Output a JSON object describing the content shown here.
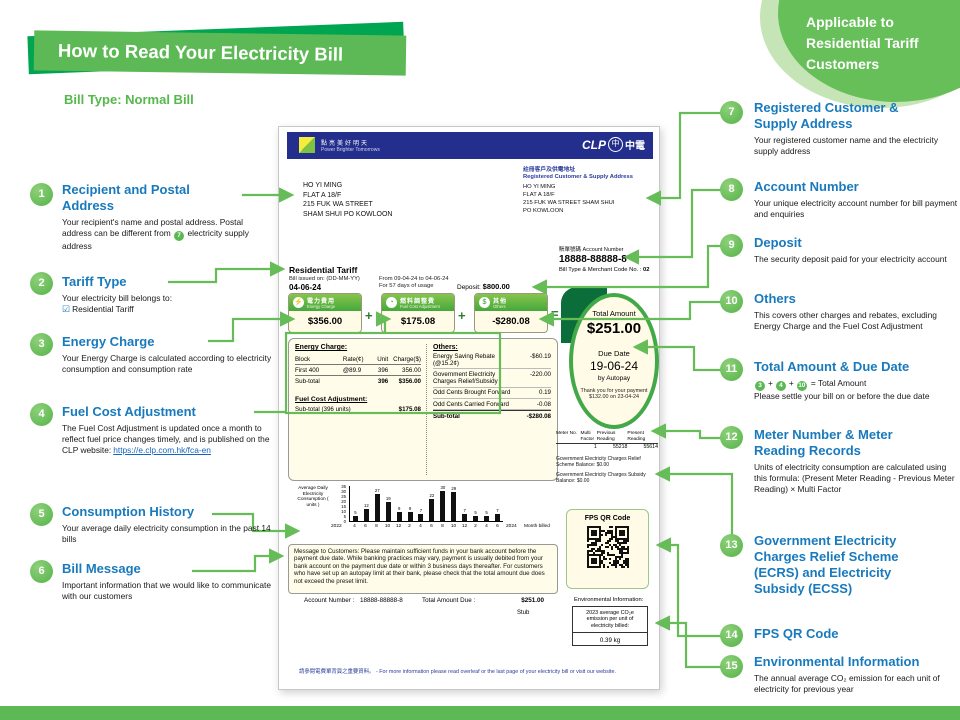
{
  "page": {
    "title": "How to Read Your Electricity Bill",
    "badge": "Applicable to Residential Tariff Customers",
    "bill_type_label": "Bill Type: Normal Bill"
  },
  "callouts_left": [
    {
      "num": "1",
      "title": "Recipient and Postal Address",
      "desc1": "Your recipient's name and postal address. Postal address can be different from",
      "ref": "7",
      "desc2": "electricity supply address"
    },
    {
      "num": "2",
      "title": "Tariff Type",
      "desc1": "Your electricity bill belongs to:",
      "check": "☑",
      "check_label": "Residential Tariff"
    },
    {
      "num": "3",
      "title": "Energy Charge",
      "desc1": "Your Energy Charge is calculated according to electricity consumption and consumption rate"
    },
    {
      "num": "4",
      "title": "Fuel Cost Adjustment",
      "desc1": "The Fuel Cost Adjustment is updated once a month to reflect fuel price changes timely, and is published on the CLP website:",
      "link": "https://e.clp.com.hk/fca-en"
    },
    {
      "num": "5",
      "title": "Consumption History",
      "desc1": "Your average daily electricity consumption in the past 14 bills"
    },
    {
      "num": "6",
      "title": "Bill Message",
      "desc1": "Important information that we would like to communicate with our customers"
    }
  ],
  "callouts_right": [
    {
      "num": "7",
      "title": "Registered Customer & Supply Address",
      "desc1": "Your registered customer name and the electricity supply address"
    },
    {
      "num": "8",
      "title": "Account Number",
      "desc1": "Your unique electricity account number for bill payment and enquiries"
    },
    {
      "num": "9",
      "title": "Deposit",
      "desc1": "The security deposit paid for your electricity account"
    },
    {
      "num": "10",
      "title": "Others",
      "desc1": "This covers other charges and rebates, excluding Energy Charge and the Fuel Cost Adjustment"
    },
    {
      "num": "11",
      "title": "Total Amount & Due Date",
      "formula": {
        "parts": [
          "3",
          "4",
          "10"
        ],
        "joiner": "+",
        "result": "= Total Amount"
      },
      "desc1": "Please settle your bill on or before the due date"
    },
    {
      "num": "12",
      "title": "Meter Number & Meter Reading Records",
      "desc1": "Units of electricity consumption are calculated using this formula: (Present Meter Reading - Previous Meter Reading) × Multi Factor"
    },
    {
      "num": "13",
      "title": "Government Electricity Charges Relief Scheme (ECRS) and Electricity Subsidy (ECSS)",
      "desc1": ""
    },
    {
      "num": "14",
      "title": "FPS QR Code",
      "desc1": ""
    },
    {
      "num": "15",
      "title": "Environmental Information",
      "desc1": "The annual average CO₂ emission for each unit of electricity for previous year"
    }
  ],
  "bill": {
    "logo": {
      "slogan_zh": "點亮美好明天",
      "slogan_en": "Power Brighter Tomorrows",
      "brand": "CLP",
      "brand_circle": "中",
      "brand_zh": "中電"
    },
    "recipient_lines": [
      "HO YI MING",
      "FLAT A 18/F",
      "215 FUK WA STREET",
      "SHAM SHUI PO KOWLOON"
    ],
    "registered": {
      "label_zh": "註冊客戶及供電地址",
      "label_en": "Registered Customer & Supply Address",
      "line0": "HO YI MING",
      "line1": "FLAT A 18/F",
      "line2": "215 FUK WA STREET SHAM SHUI",
      "line3": "PO KOWLOON"
    },
    "account": {
      "label": "賬單號碼 Account Number",
      "number": "18888-88888-8",
      "type_label": "Bill Type & Merchant Code No. :",
      "type_value": "02"
    },
    "summary": {
      "tariff": "Residential Tariff",
      "issued_label": "Bill issued on: (DD-MM-YY)",
      "issued_date": "04-06-24",
      "period": "From 09-04-24 to 04-06-24",
      "usage": "For 57 days of usage",
      "deposit_label": "Deposit:",
      "deposit_value": "$800.00"
    },
    "boxes": [
      {
        "zh": "電力費用",
        "en": "Energy Charge",
        "amount": "$356.00"
      },
      {
        "zh": "燃料調整費",
        "en": "Fuel Cost Adjustment",
        "amount": "$175.08"
      },
      {
        "zh": "其他",
        "en": "Others",
        "amount": "-$280.08"
      }
    ],
    "operators": {
      "plus": "+",
      "equals": "="
    },
    "total": {
      "label": "Total Amount",
      "amount": "$251.00",
      "due_label": "Due Date",
      "due_date": "19-06-24",
      "method": "by Autopay",
      "thanks": "Thank you for your payment $132.00 on 23-04-24"
    },
    "energy_table": {
      "title": "Energy Charge:",
      "headers": [
        "Block",
        "Rate(¢)",
        "Unit",
        "Charge($)"
      ],
      "row": [
        "First 400",
        "@89.9",
        "396",
        "356.00"
      ],
      "subtotal": [
        "Sub-total",
        "",
        "396",
        "$356.00"
      ],
      "fca_title": "Fuel Cost Adjustment:",
      "fca_row": [
        "Sub-total (396 units)",
        "$175.08"
      ]
    },
    "others_table": {
      "title": "Others:",
      "rows": [
        {
          "name": "Energy Saving Rebate (@15.2¢)",
          "value": "-$60.19"
        },
        {
          "name": "Government Electricity Charges Relief/Subsidy",
          "value": "-220.00"
        },
        {
          "name": "Odd Cents Brought Forward",
          "value": "0.19"
        },
        {
          "name": "Odd Cents Carried Forward",
          "value": "-0.08"
        }
      ],
      "subtotal": {
        "name": "Sub-total",
        "value": "-$280.08"
      }
    },
    "meter": {
      "headers": [
        "Meter No.",
        "Multi Factor",
        "Previous Reading",
        "Present Reading"
      ],
      "values": [
        "",
        "1",
        "55218",
        "55614"
      ],
      "balances": [
        "Government Electricity Charges Relief Scheme Balance: $0.00",
        "Government Electricity Charges Subsidy Balance: $0.00"
      ]
    },
    "message": "Message to Customers: Please maintain sufficient funds in your bank account before the payment due date. While banking practices may vary, payment is usually debited from your bank account on the payment due date or within 3 business days thereafter. For customers who have set up an autopay limit at their bank, please check that the total amount due does not exceed the preset limit.",
    "stub": {
      "acct_label": "Account Number :",
      "acct": "18888-88888-8",
      "due_label": "Total Amount Due :",
      "due": "$251.00",
      "stub_label": "Stub"
    },
    "qr_title": "FPS QR Code",
    "env": {
      "label": "Environmental Information:",
      "text": "2023 average CO₂e emission per unit of electricity billed:",
      "value": "0.39 kg"
    },
    "footer": "請參閱電費單背頁之重要資料。 - For more information please read overleaf or the last page of your electricity bill or visit our website."
  },
  "chart_data": {
    "type": "bar",
    "title": "Consumption History",
    "ylabel": "Average Daily Electricity Consumption ( units )",
    "values": [
      5,
      12,
      27,
      19,
      9,
      9,
      7,
      22,
      30,
      29,
      7,
      5,
      5,
      7
    ],
    "x_labels": [
      "4",
      "6",
      "8",
      "10",
      "12",
      "2",
      "4",
      "6",
      "8",
      "10",
      "12",
      "2",
      "4",
      "6"
    ],
    "x_start": "2022",
    "x_end": "2024",
    "x_suffix": "Month billed",
    "y_ticks": [
      0,
      5,
      10,
      15,
      20,
      25,
      30,
      35
    ],
    "ylim": [
      0,
      35
    ],
    "grid": false,
    "legend": false
  }
}
